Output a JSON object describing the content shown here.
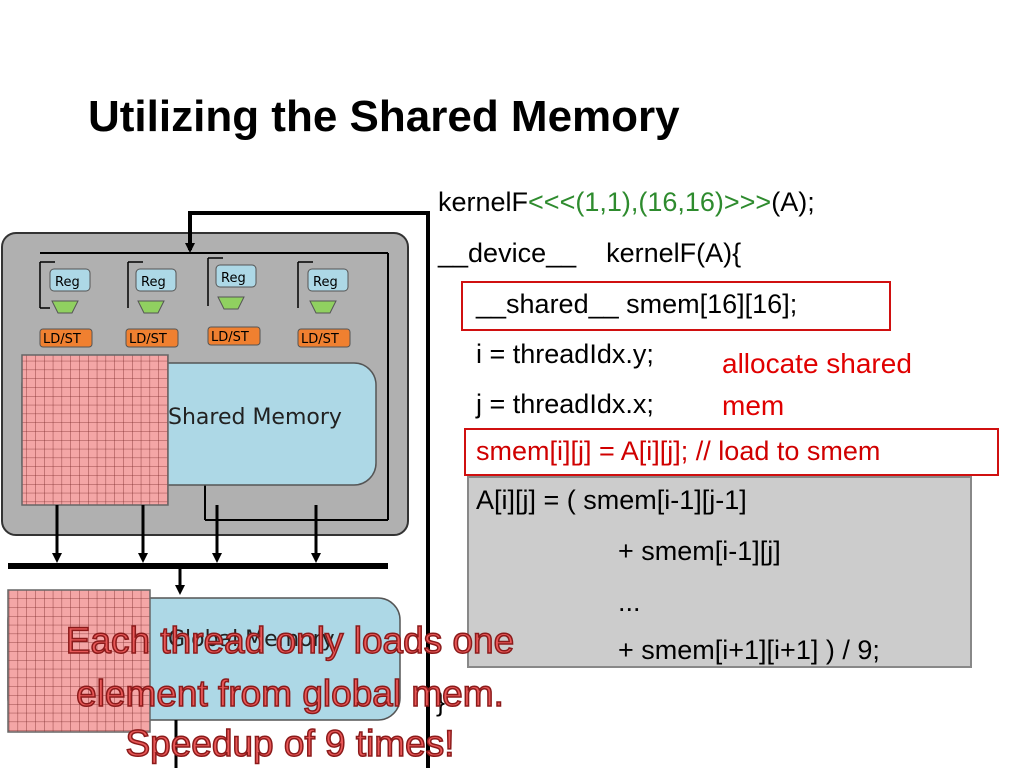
{
  "title": "Utilizing the Shared Memory",
  "diagram": {
    "reg_label": "Reg",
    "ldst_label": "LD/ST",
    "shared_memory_label": "Shared Memory",
    "global_memory_label": "Global Memory",
    "colors": {
      "sm_box": "#b0b0b0",
      "memory_fill": "#add8e6",
      "reg_fill": "#add8e6",
      "ldst_fill": "#f08030",
      "alu_fill": "#90d060",
      "tile_fill": "#f4a6a6",
      "tile_grid": "#7a2a2a"
    }
  },
  "code": {
    "line1_prefix": "kernelF",
    "line1_config": "<<<(1,1),(16,16)>>>",
    "line1_suffix": "(A);",
    "line2": "__device__    kernelF(A){",
    "line3": "__shared__ smem[16][16];",
    "line4": "i = threadIdx.y;",
    "line5": "j = threadIdx.x;",
    "line6": "smem[i][j] = A[i][j]; // load to smem",
    "line7": "A[i][j] = ( smem[i-1][j-1]",
    "line8": "+ smem[i-1][j]",
    "line9": "...",
    "line10": "+ smem[i+1][i+1] ) / 9;",
    "line11": "}"
  },
  "annotation": {
    "line1": "allocate shared",
    "line2": "mem"
  },
  "overlay": {
    "line1": "Each thread only loads one",
    "line2": "element from global mem.",
    "line3": "Speedup of 9 times!"
  }
}
